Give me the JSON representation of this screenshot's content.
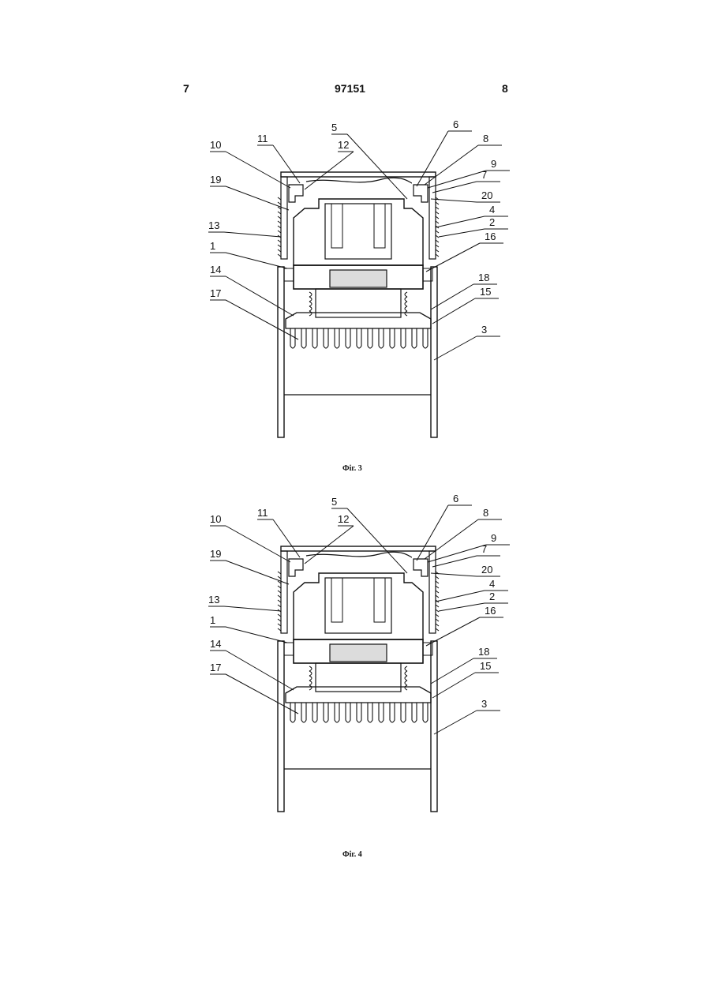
{
  "header": {
    "page_left": "7",
    "patent_number": "97151",
    "page_right": "8"
  },
  "figures": [
    {
      "caption": "Фіг. 3",
      "labels": [
        "1",
        "2",
        "3",
        "4",
        "5",
        "6",
        "7",
        "8",
        "9",
        "10",
        "11",
        "12",
        "13",
        "14",
        "15",
        "16",
        "17",
        "18",
        "19",
        "20"
      ]
    },
    {
      "caption": "Фіг. 4",
      "labels": [
        "1",
        "2",
        "3",
        "4",
        "5",
        "6",
        "7",
        "8",
        "9",
        "10",
        "11",
        "12",
        "13",
        "14",
        "15",
        "16",
        "17",
        "18",
        "19",
        "20"
      ]
    }
  ]
}
